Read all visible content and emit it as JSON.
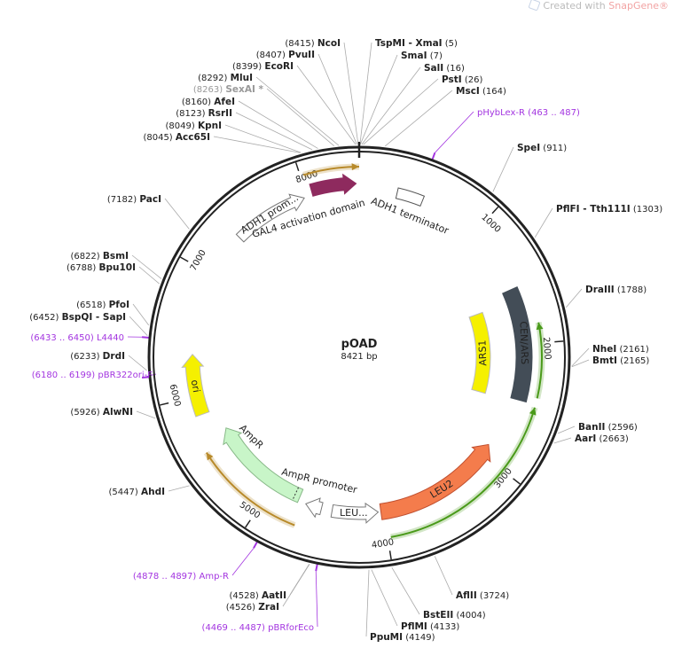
{
  "credit": {
    "prefix": "Created with ",
    "brand": "SnapGene®"
  },
  "plasmid": {
    "name": "pOAD",
    "length_label": "8421 bp",
    "length": 8421
  },
  "colors": {
    "gal4": "#8e2a5e",
    "cen_ars": "#434d57",
    "ars1": "#f5f000",
    "ori": "#f5f000",
    "leu2": "#f47c4c",
    "ampr": "#c8f5c8",
    "primer": "#a335e0",
    "orange_orf": "#b88a2a",
    "green_orf": "#4a9a1a"
  },
  "ticks": [
    "1000",
    "2000",
    "3000",
    "4000",
    "5000",
    "6000",
    "7000",
    "8000"
  ],
  "features": [
    {
      "name": "ADH1 prom...",
      "start": 7700,
      "end": 8300,
      "type": "promoter"
    },
    {
      "name": "GAL4 activation domain",
      "start": 8330,
      "end": 8421,
      "type": "cds"
    },
    {
      "name": "ADH1 terminator",
      "start": 300,
      "end": 520,
      "type": "terminator"
    },
    {
      "name": "CEN/ARS",
      "start": 1570,
      "end": 2460,
      "type": "rep"
    },
    {
      "name": "ARS1",
      "start": 1640,
      "end": 2480,
      "type": "rep"
    },
    {
      "name": "LEU2",
      "start": 2900,
      "end": 4030,
      "type": "cds"
    },
    {
      "name": "LEU...",
      "start": 4040,
      "end": 4440,
      "type": "promoter"
    },
    {
      "name": "AmpR promoter",
      "start": 4530,
      "end": 4680,
      "type": "promoter"
    },
    {
      "name": "AmpR",
      "start": 4740,
      "end": 5660,
      "type": "cds"
    },
    {
      "name": "ori",
      "start": 5820,
      "end": 6340,
      "type": "rep"
    }
  ],
  "sites": [
    {
      "name": "Acc65I",
      "pos": "(8045)"
    },
    {
      "name": "KpnI",
      "pos": "(8049)"
    },
    {
      "name": "RsrII",
      "pos": "(8123)"
    },
    {
      "name": "AfeI",
      "pos": "(8160)"
    },
    {
      "name": "SexAI *",
      "pos": "(8263)"
    },
    {
      "name": "MluI",
      "pos": "(8292)"
    },
    {
      "name": "EcoRI",
      "pos": "(8399)"
    },
    {
      "name": "PvuII",
      "pos": "(8407)"
    },
    {
      "name": "NcoI",
      "pos": "(8415)"
    },
    {
      "name": "TspMI - XmaI",
      "pos": "(5)"
    },
    {
      "name": "SmaI",
      "pos": "(7)"
    },
    {
      "name": "SalI",
      "pos": "(16)"
    },
    {
      "name": "PstI",
      "pos": "(26)"
    },
    {
      "name": "MscI",
      "pos": "(164)"
    },
    {
      "name": "SpeI",
      "pos": "(911)"
    },
    {
      "name": "PflFI - Tth111I",
      "pos": "(1303)"
    },
    {
      "name": "DraIII",
      "pos": "(1788)"
    },
    {
      "name": "NheI",
      "pos": "(2161)"
    },
    {
      "name": "BmtI",
      "pos": "(2165)"
    },
    {
      "name": "BanII",
      "pos": "(2596)"
    },
    {
      "name": "AarI",
      "pos": "(2663)"
    },
    {
      "name": "AflII",
      "pos": "(3724)"
    },
    {
      "name": "BstEII",
      "pos": "(4004)"
    },
    {
      "name": "PflMI",
      "pos": "(4133)"
    },
    {
      "name": "PpuMI",
      "pos": "(4149)"
    },
    {
      "name": "AatII",
      "pos": "(4528)"
    },
    {
      "name": "ZraI",
      "pos": "(4526)"
    },
    {
      "name": "AhdI",
      "pos": "(5447)"
    },
    {
      "name": "AlwNI",
      "pos": "(5926)"
    },
    {
      "name": "DrdI",
      "pos": "(6233)"
    },
    {
      "name": "SapI",
      "pos": "(6452)",
      "prefix": "BspQI - "
    },
    {
      "name": "PfoI",
      "pos": "(6518)"
    },
    {
      "name": "Bpu10I",
      "pos": "(6788)"
    },
    {
      "name": "BsmI",
      "pos": "(6822)"
    },
    {
      "name": "PacI",
      "pos": "(7182)"
    }
  ],
  "primers": [
    {
      "name": "pHybLex-R",
      "range": "(463 .. 487)"
    },
    {
      "name": "L4440",
      "range": "(6433 .. 6450)"
    },
    {
      "name": "pBR322ori-F",
      "range": "(6180 .. 6199)"
    },
    {
      "name": "Amp-R",
      "range": "(4878 .. 4897)"
    },
    {
      "name": "pBRforEco",
      "range": "(4469 .. 4487)"
    }
  ]
}
